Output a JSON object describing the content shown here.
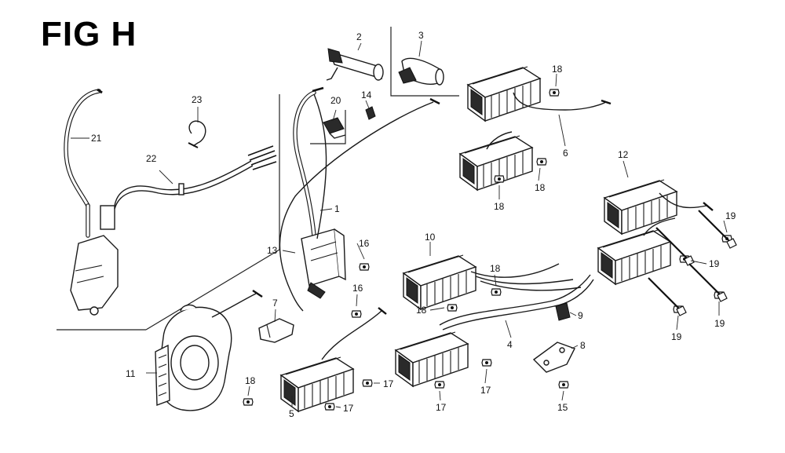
{
  "figure": {
    "title": "FIG H"
  },
  "callouts": {
    "c1": "1",
    "c2": "2",
    "c3": "3",
    "c4": "4",
    "c5": "5",
    "c6": "6",
    "c7": "7",
    "c8": "8",
    "c9": "9",
    "c10": "10",
    "c11": "11",
    "c12": "12",
    "c13": "13",
    "c14": "14",
    "c15": "15",
    "c16a": "16",
    "c16b": "16",
    "c17a": "17",
    "c17b": "17",
    "c17c": "17",
    "c17d": "17",
    "c18a": "18",
    "c18b": "18",
    "c18c": "18",
    "c18d": "18",
    "c18e": "18",
    "c18f": "18",
    "c19a": "19",
    "c19b": "19",
    "c19c": "19",
    "c19d": "19",
    "c20": "20",
    "c21": "21",
    "c22": "22",
    "c23": "23"
  }
}
